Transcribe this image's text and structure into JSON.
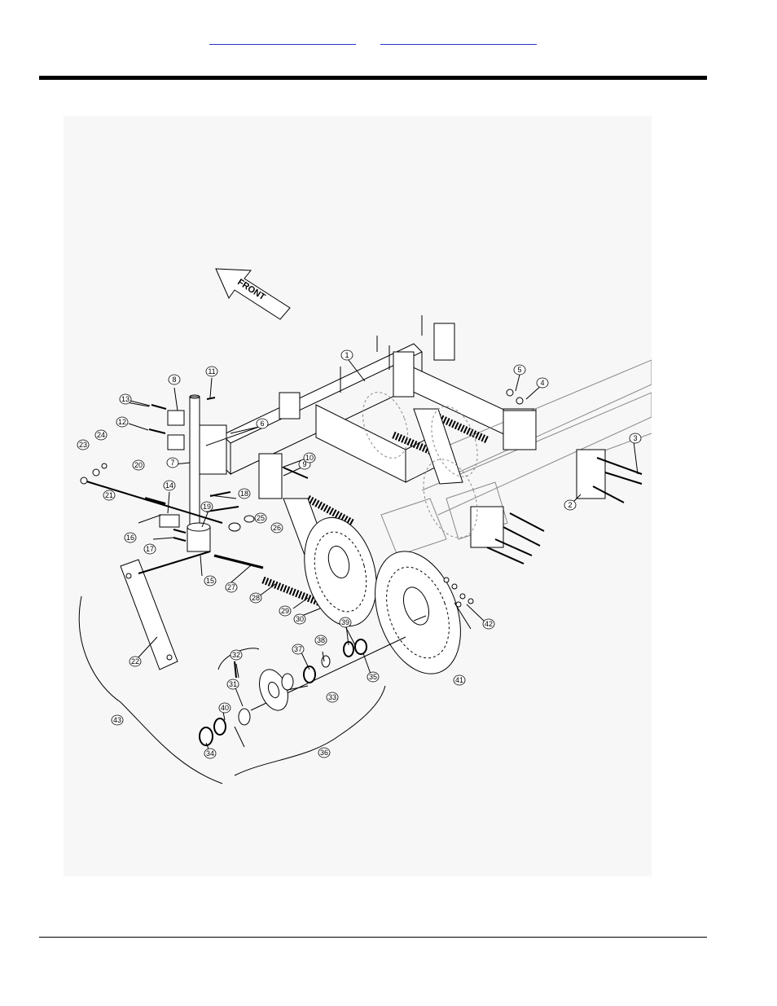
{
  "header": {
    "link_left": "",
    "link_right": ""
  },
  "diagram": {
    "direction_label": "FRONT",
    "callouts": [
      "1",
      "2",
      "3",
      "4",
      "5",
      "6",
      "7",
      "8",
      "9",
      "10",
      "11",
      "12",
      "13",
      "14",
      "15",
      "16",
      "17",
      "18",
      "19",
      "20",
      "21",
      "22",
      "23",
      "24",
      "25",
      "26",
      "27",
      "28",
      "29",
      "30",
      "31",
      "32",
      "33",
      "34",
      "35",
      "36",
      "37",
      "38",
      "39",
      "40",
      "41",
      "42",
      "43"
    ]
  }
}
